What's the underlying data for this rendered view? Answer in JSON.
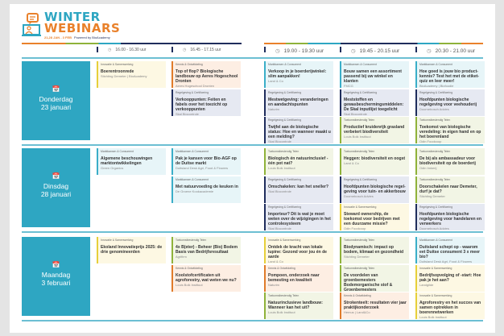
{
  "logo": {
    "line1": "WINTER",
    "line2": "WEBINARS",
    "dates": "21,28 JAN - 3 FEB",
    "powered": "Powered by BioAcademy"
  },
  "times": [
    "16.00 - 16.30 uur",
    "16.45 - 17.15 uur",
    "19.00 - 19.30 uur",
    "19.45 - 20.15 uur",
    "20.30 - 21.00 uur"
  ],
  "categories": {
    "markt": "Marktkansen & Consument",
    "regel": "Regelgeving & Certificering",
    "toek": "Toekomstbestendig Telen",
    "inno": "Innovatie & Samenwerking",
    "kennis": "Kennis & Ontwikkeling"
  },
  "colors": {
    "teal": "#2ea6c2",
    "navy": "#1f2d5c",
    "green": "#8fb23a",
    "yellow": "#e6cf3a",
    "orange": "#e07b2a"
  },
  "days": [
    {
      "weekday": "Donderdag",
      "date": "23 januari",
      "slots": [
        [
          {
            "cat": "inno",
            "title": "Boerentroonrede",
            "org": "Stichting Demeter | BioAcademy"
          }
        ],
        [
          {
            "cat": "kennis",
            "title": "Top of flop? Biologische landbouw op Aeres Hogeschool Dronten",
            "org": "Aeres Hogeschool Dronten"
          },
          {
            "cat": "regel",
            "title": "Verkooppunten: Feiten en fabels over het toezicht op verkooppunten",
            "org": "Skal Biocontrole"
          }
        ],
        [
          {
            "cat": "markt",
            "title": "Verkoop in je boerderijwinkel: slim aanpakken!",
            "org": "Land & Co"
          },
          {
            "cat": "regel",
            "title": "Mestwetgeving: veranderingen en aandachtspunten",
            "org": "Naturim"
          },
          {
            "cat": "regel",
            "title": "Twijfel aan de biologische status: Hoe en wanneer maakt u een melding?",
            "org": "Skal Biocontrole"
          }
        ],
        [
          {
            "cat": "markt",
            "title": "Bouw samen een assortiment passend bij uw winkel en klanten",
            "org": "FMCG"
          },
          {
            "cat": "regel",
            "title": "Meststoffen en gewasbeschermingsmiddelen: De Skal inputlijst toegelicht",
            "org": "Skal Biocontrole"
          },
          {
            "cat": "toek",
            "title": "Productief kruidenrijk grasland verbetert biodiversiteit",
            "org": "Louis Bolk Instituut"
          }
        ],
        [
          {
            "cat": "markt",
            "title": "Hoe goed is jouw bio product-kennis? Test het met de etiket-quiz en leer meer!",
            "org": "BioAcademy | Biofoodie"
          },
          {
            "cat": "regel",
            "title": "Hoofdpunten biologische regelgeving voor veehouderij",
            "org": "Doornebosch Advies"
          },
          {
            "cat": "toek",
            "title": "Toekomst van biologische veredeling: in eigen hand en op het boerenland",
            "org": "Odin Foodcoop"
          }
        ]
      ]
    },
    {
      "weekday": "Dinsdag",
      "date": "28 januari",
      "slots": [
        [
          {
            "cat": "markt",
            "title": "Algemene beschouwingen marktontwikkelingen",
            "org": "Green Organics"
          }
        ],
        [
          {
            "cat": "markt",
            "title": "Pak je kansen voor Bio-AGF op de Duitse markt",
            "org": "Duitsland Desk Agri, Food & Flowers"
          },
          {
            "cat": "markt",
            "title": "Met natuurvoeding de keuken in",
            "org": "De Groene Kookacademie"
          }
        ],
        [
          {
            "cat": "toek",
            "title": "Biologisch én natuurinclusief - één pot nat?",
            "org": "Louis Bolk Instituut"
          },
          {
            "cat": "regel",
            "title": "Omschakelen: kan het sneller?",
            "org": "Skal Biocontrole"
          },
          {
            "cat": "regel",
            "title": "Importeur? Dit is wat je moet weten over de wijzigingen in het controlesysteem",
            "org": "Skal Biocontrole"
          }
        ],
        [
          {
            "cat": "toek",
            "title": "Heggen: biodiversiteit en oogst",
            "org": "Land & Co"
          },
          {
            "cat": "regel",
            "title": "Hoofdpunten biologische regel-geving voor tuin- en akkerbouw",
            "org": "Doornebosch Advies"
          },
          {
            "cat": "inno",
            "title": "Steward ownership, de toekomst voor bedrijven met een duurzame missie?",
            "org": "Odin Foodcoop"
          }
        ],
        [
          {
            "cat": "toek",
            "title": "De bij als ambassadeur voor biodiversiteit op de boerderij",
            "org": "Odin Imkerij"
          },
          {
            "cat": "toek",
            "title": "Doorschakelen naar Demeter, durf je dat?",
            "org": "Stichting Demeter"
          },
          {
            "cat": "regel",
            "title": "Hoofdpunten biologische regelgeving voor handelaren en verwerkers",
            "org": "Doornebosch Advies"
          }
        ]
      ]
    },
    {
      "weekday": "Maandag",
      "date": "3 februari",
      "slots": [
        [
          {
            "cat": "inno",
            "title": "Ekoland Innovatieprijs 2025: de drie genomineerden",
            "org": ""
          }
        ],
        [
          {
            "cat": "toek",
            "title": "4x B(eter) - Beheer (Bio) Bodem Basis van Bedrijfsresultaat",
            "org": "Agrifirm"
          },
          {
            "cat": "kennis",
            "title": "Koolstofcertificaten uit agroforestry, wat weten we nu?",
            "org": "Louis Bolk Instituut"
          }
        ],
        [
          {
            "cat": "inno",
            "title": "Ontdek de kracht van lokale lupine: Gezond voor jou én de aarde",
            "org": "Land & Co"
          },
          {
            "cat": "kennis",
            "title": "Pompoen, onderzoek naar bemesting en kwaliteit",
            "org": "Naturim"
          },
          {
            "cat": "toek",
            "title": "Natuurinclusieve landbouw: Wanneer kan het uit?",
            "org": "Louis Bolk Instituut"
          }
        ],
        [
          {
            "cat": "toek",
            "title": "Biodynamisch: impact op bodem, klimaat en gezondheid",
            "org": "Stichting Demeter"
          },
          {
            "cat": "toek",
            "title": "De voordelen van groenbemesters Bodemorganische stof & Groenbemesters",
            "org": "Louis Bolk Instituut"
          },
          {
            "cat": "kennis",
            "title": "Strokenteelt: resultaten vier jaar praktijkonderzoek",
            "org": "Hemus | Land&Co"
          }
        ],
        [
          {
            "cat": "markt",
            "title": "Duitsland schept op - waarom eet Duitse consument 3 x meer bio?",
            "org": "Duitsland Desk Agri, Food & Flowers"
          },
          {
            "cat": "inno",
            "title": "Bedrijfsopvolging of -start: Hoe pak je het aan?",
            "org": "Landgilde"
          },
          {
            "cat": "inno",
            "title": "Agroforestry en het succes van samen optrekken in boerennetwerken",
            "org": "Louis Bolk Instituut"
          }
        ]
      ]
    }
  ]
}
